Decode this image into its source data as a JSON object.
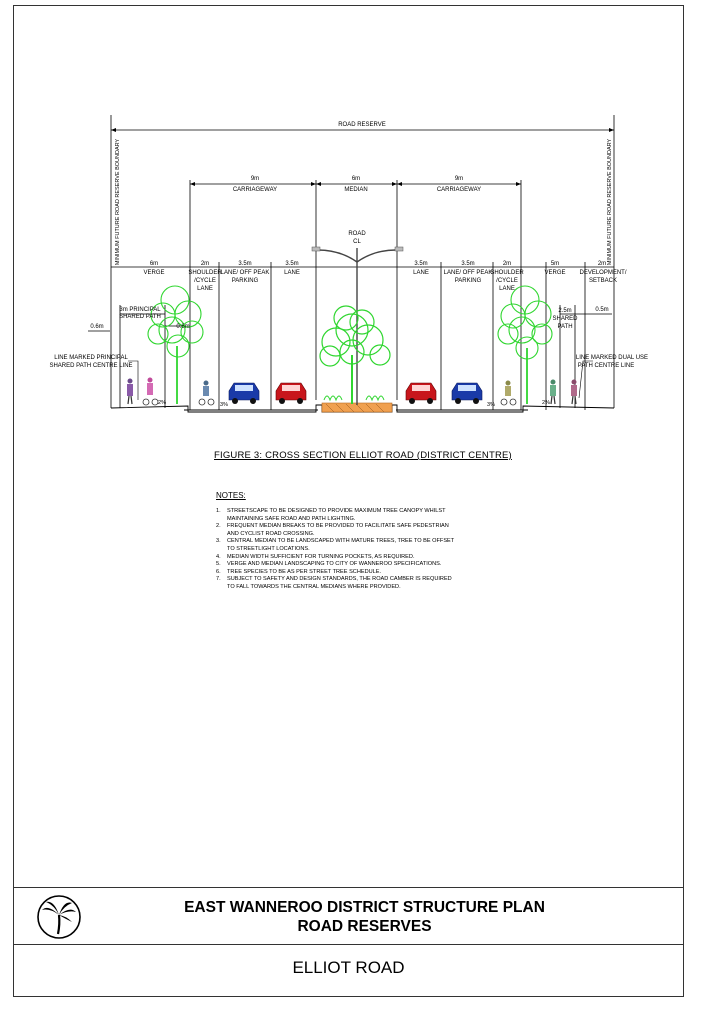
{
  "diagram": {
    "labels": {
      "road_reserve": "ROAD RESERVE",
      "boundary_left": "MINIMUM FUTURE ROAD RESERVE BOUNDARY",
      "boundary_right": "MINIMUM FUTURE ROAD RESERVE BOUNDARY",
      "carriageway_left_dim": "9m",
      "carriageway_left": "CARRIAGEWAY",
      "median_dim": "6m",
      "median": "MEDIAN",
      "carriageway_right_dim": "9m",
      "carriageway_right": "CARRIAGEWAY",
      "road_cl_1": "ROAD",
      "road_cl_2": "CL",
      "verge_left_dim": "6m",
      "verge_left": "VERGE",
      "shoulder_left_dim": "2m",
      "shoulder_left_1": "SHOULDER",
      "shoulder_left_2": "/CYCLE",
      "shoulder_left_3": "LANE",
      "parking_left_dim": "3.5m",
      "parking_left_1": "LANE/ OFF PEAK",
      "parking_left_2": "PARKING",
      "lane_left_dim": "3.5m",
      "lane_left": "LANE",
      "lane_right_dim": "3.5m",
      "lane_right": "LANE",
      "parking_right_dim": "3.5m",
      "parking_right_1": "LANE/ OFF PEAK",
      "parking_right_2": "PARKING",
      "shoulder_right_dim": "2m",
      "shoulder_right_1": "SHOULDER",
      "shoulder_right_2": "/CYCLE",
      "shoulder_right_3": "LANE",
      "verge_right_dim": "5m",
      "verge_right": "VERGE",
      "setback_dim": "2m",
      "setback_1": "DEVELOPMENT/",
      "setback_2": "SETBACK",
      "path_left_offset": "0.6m",
      "path_left_width_1": "3m PRINCIPAL",
      "path_left_width_2": "SHARED PATH",
      "path_left_tree": "0.6m",
      "path_left_note_1": "LINE MARKED PRINCIPAL",
      "path_left_note_2": "SHARED PATH CENTRE LINE",
      "path_right_width_1": "2.5m",
      "path_right_width_2": "SHARED",
      "path_right_width_3": "PATH",
      "path_right_offset": "0.5m",
      "path_right_note_1": "LINE MARKED DUAL USE",
      "path_right_note_2": "PATH CENTRE LINE",
      "fall_1": "2%",
      "fall_2": "3%",
      "fall_3": "3%",
      "fall_4": "2%"
    },
    "figure_title": "FIGURE 3: CROSS SECTION ELLIOT ROAD (DISTRICT CENTRE)",
    "colors": {
      "tree": "#2fd62f",
      "median_soil": "#f0a050",
      "car_blue": "#1a3aa8",
      "car_red": "#c8161c"
    }
  },
  "notes": {
    "title": "NOTES:",
    "items": [
      {
        "num": "1.",
        "text": "STREETSCAPE TO BE DESIGNED TO PROVIDE MAXIMUM TREE CANOPY WHILST MAINTAINING SAFE ROAD AND PATH LIGHTING."
      },
      {
        "num": "2.",
        "text": "FREQUENT MEDIAN BREAKS TO BE PROVIDED TO FACILITATE SAFE PEDESTRIAN AND CYCLIST ROAD CROSSING."
      },
      {
        "num": "3.",
        "text": "CENTRAL MEDIAN TO BE LANDSCAPED WITH MATURE TREES, TREE TO BE OFFSET TO STREETLIGHT LOCATIONS."
      },
      {
        "num": "4.",
        "text": "MEDIAN WIDTH SUFFICIENT FOR TURNING POCKETS, AS REQUIRED."
      },
      {
        "num": "5.",
        "text": "VERGE AND MEDIAN LANDSCAPING TO CITY OF WANNEROO SPECIFICATIONS."
      },
      {
        "num": "6.",
        "text": "TREE SPECIES TO BE AS PER STREET TREE SCHEDULE."
      },
      {
        "num": "7.",
        "text": "SUBJECT TO SAFETY AND DESIGN STANDARDS, THE ROAD CAMBER IS REQUIRED TO FALL TOWARDS THE CENTRAL MEDIANS WHERE PROVIDED."
      }
    ]
  },
  "title_block": {
    "title_line1": "EAST WANNEROO DISTRICT STRUCTURE PLAN",
    "title_line2": "ROAD RESERVES",
    "subtitle": "ELLIOT ROAD",
    "logo_icon": "palm-tree-logo-icon"
  }
}
